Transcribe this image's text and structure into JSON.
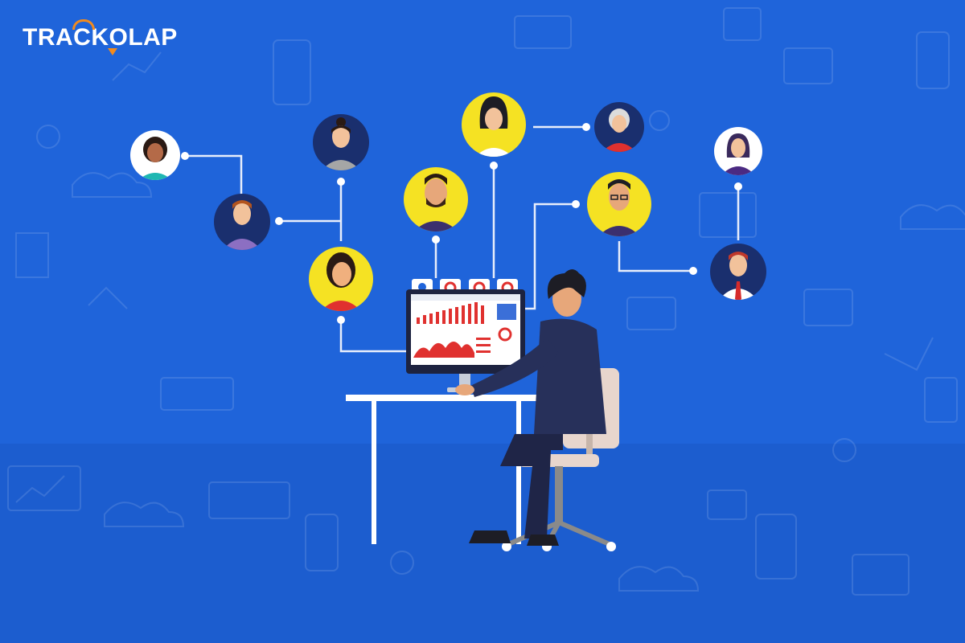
{
  "brand": {
    "name": "TRACKOLAP",
    "accent_color": "#f28b1e"
  },
  "colors": {
    "background": "#1f64da",
    "floor": "#1c5dcf",
    "avatar_yellow": "#f5e223",
    "avatar_navy": "#1a2f6e",
    "avatar_white": "#ffffff",
    "connector": "#e8eefb",
    "desk": "#ffffff",
    "chair": "#e8d6cd",
    "suit": "#27305a"
  },
  "people": [
    {
      "name": "avatar-woman-teal",
      "bg": "avatar_white"
    },
    {
      "name": "avatar-man-purple",
      "bg": "avatar_navy"
    },
    {
      "name": "avatar-woman-bun",
      "bg": "avatar_navy"
    },
    {
      "name": "avatar-woman-red",
      "bg": "avatar_yellow"
    },
    {
      "name": "avatar-man-beard",
      "bg": "avatar_yellow"
    },
    {
      "name": "avatar-woman-longhair",
      "bg": "avatar_yellow"
    },
    {
      "name": "avatar-elder-woman",
      "bg": "avatar_navy"
    },
    {
      "name": "avatar-man-glasses",
      "bg": "avatar_yellow"
    },
    {
      "name": "avatar-woman-purple",
      "bg": "avatar_white"
    },
    {
      "name": "avatar-man-tie",
      "bg": "avatar_navy"
    }
  ]
}
